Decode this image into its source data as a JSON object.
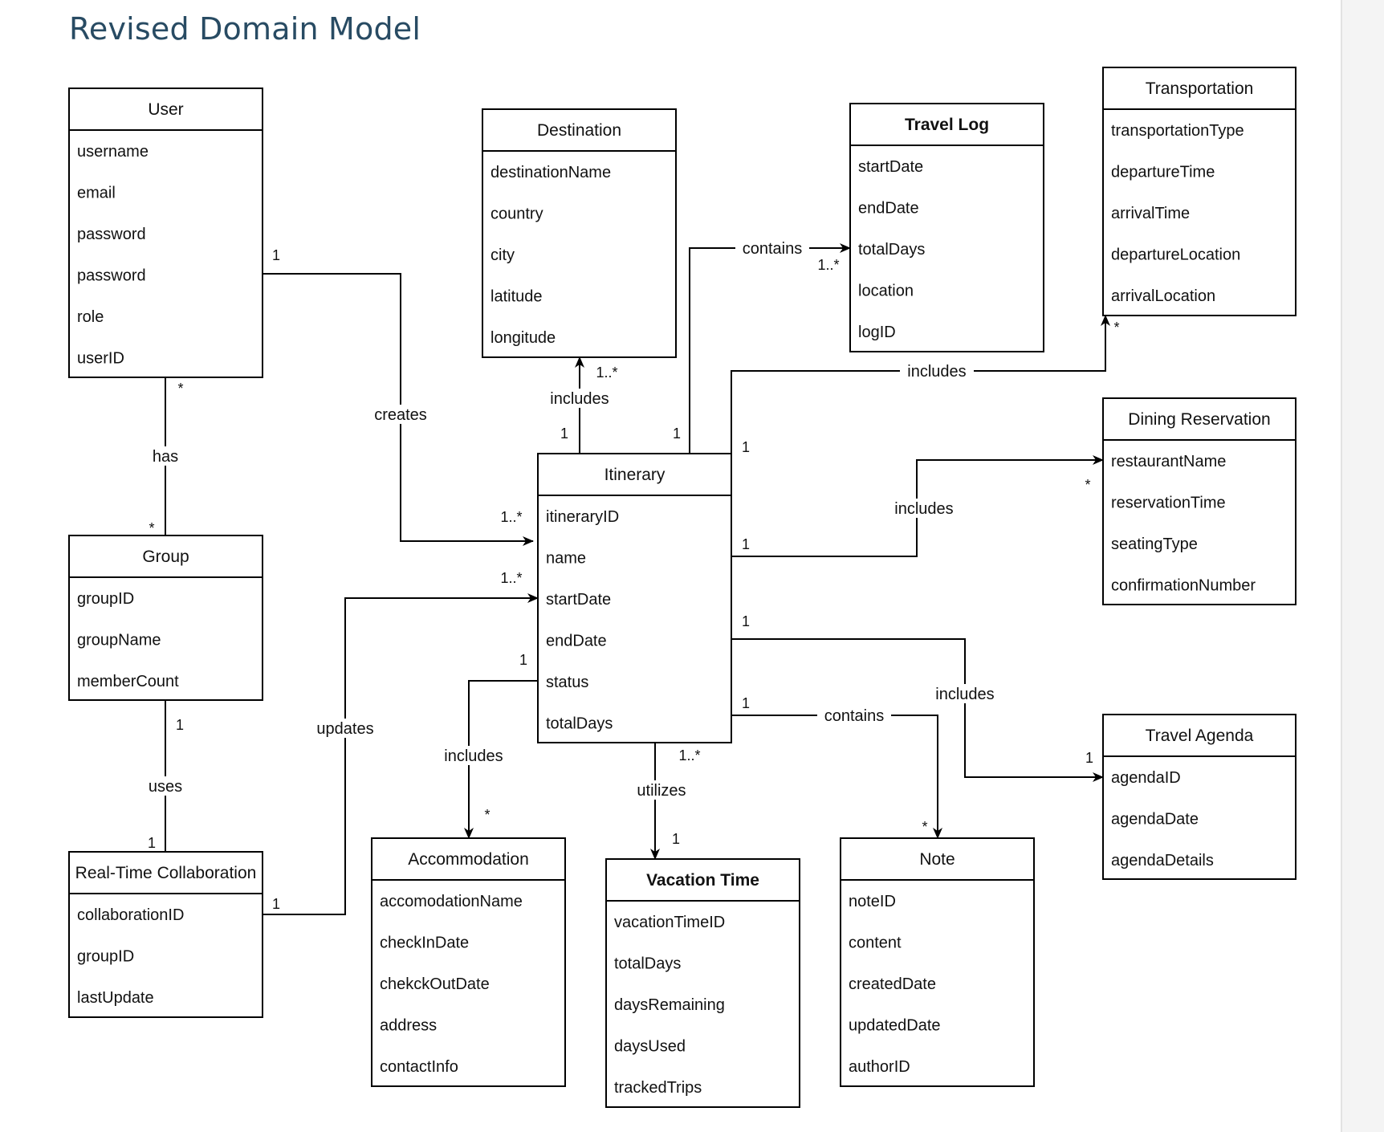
{
  "title": "Revised Domain Model",
  "classes": {
    "user": {
      "name": "User",
      "attributes": [
        "username",
        "email",
        "password",
        "password",
        "role",
        "userID"
      ]
    },
    "group": {
      "name": "Group",
      "attributes": [
        "groupID",
        "groupName",
        "memberCount"
      ]
    },
    "rtc": {
      "name": "Real-Time Collaboration",
      "attributes": [
        "collaborationID",
        "groupID",
        "lastUpdate"
      ]
    },
    "destination": {
      "name": "Destination",
      "attributes": [
        "destinationName",
        "country",
        "city",
        "latitude",
        "longitude"
      ]
    },
    "itinerary": {
      "name": "Itinerary",
      "attributes": [
        "itineraryID",
        "name",
        "startDate",
        "endDate",
        "status",
        "totalDays"
      ]
    },
    "accommodation": {
      "name": "Accommodation",
      "attributes": [
        "accomodationName",
        "checkInDate",
        "chekckOutDate",
        "address",
        "contactInfo"
      ]
    },
    "vacation": {
      "name": "Vacation Time",
      "attributes": [
        "vacationTimeID",
        "totalDays",
        "daysRemaining",
        "daysUsed",
        "trackedTrips"
      ]
    },
    "travellog": {
      "name": "Travel Log",
      "attributes": [
        "startDate",
        "endDate",
        "totalDays",
        "location",
        "logID"
      ]
    },
    "note": {
      "name": "Note",
      "attributes": [
        "noteID",
        "content",
        "createdDate",
        "updatedDate",
        "authorID"
      ]
    },
    "transportation": {
      "name": "Transportation",
      "attributes": [
        "transportationType",
        "departureTime",
        "arrivalTime",
        "departureLocation",
        "arrivalLocation"
      ]
    },
    "dining": {
      "name": "Dining Reservation",
      "attributes": [
        "restaurantName",
        "reservationTime",
        "seatingType",
        "confirmationNumber"
      ]
    },
    "agenda": {
      "name": "Travel Agenda",
      "attributes": [
        "agendaID",
        "agendaDate",
        "agendaDetails"
      ]
    }
  },
  "relations": {
    "user_group": {
      "label": "has",
      "from_mult": "*",
      "to_mult": "*"
    },
    "user_itinerary": {
      "label": "creates",
      "from_mult": "1",
      "to_mult": "1..*"
    },
    "group_rtc": {
      "label": "uses",
      "from_mult": "1",
      "to_mult": "1"
    },
    "rtc_itinerary": {
      "label": "updates",
      "from_mult": "1",
      "to_mult": "1..*"
    },
    "itinerary_destination": {
      "label": "includes",
      "from_mult": "1",
      "to_mult": "1..*"
    },
    "itinerary_travellog": {
      "label": "contains",
      "from_mult": "1",
      "to_mult": "1..*"
    },
    "itinerary_transportation": {
      "label": "includes",
      "from_mult": "1",
      "to_mult": "*"
    },
    "itinerary_dining": {
      "label": "includes",
      "from_mult": "1",
      "to_mult": "*"
    },
    "itinerary_agenda": {
      "label": "includes",
      "from_mult": "1",
      "to_mult": "1"
    },
    "itinerary_note": {
      "label": "contains",
      "from_mult": "1",
      "to_mult": "*"
    },
    "itinerary_accommodation": {
      "label": "includes",
      "from_mult": "1",
      "to_mult": "*"
    },
    "itinerary_vacation": {
      "label": "utilizes",
      "from_mult": "1..*",
      "to_mult": "1"
    }
  }
}
